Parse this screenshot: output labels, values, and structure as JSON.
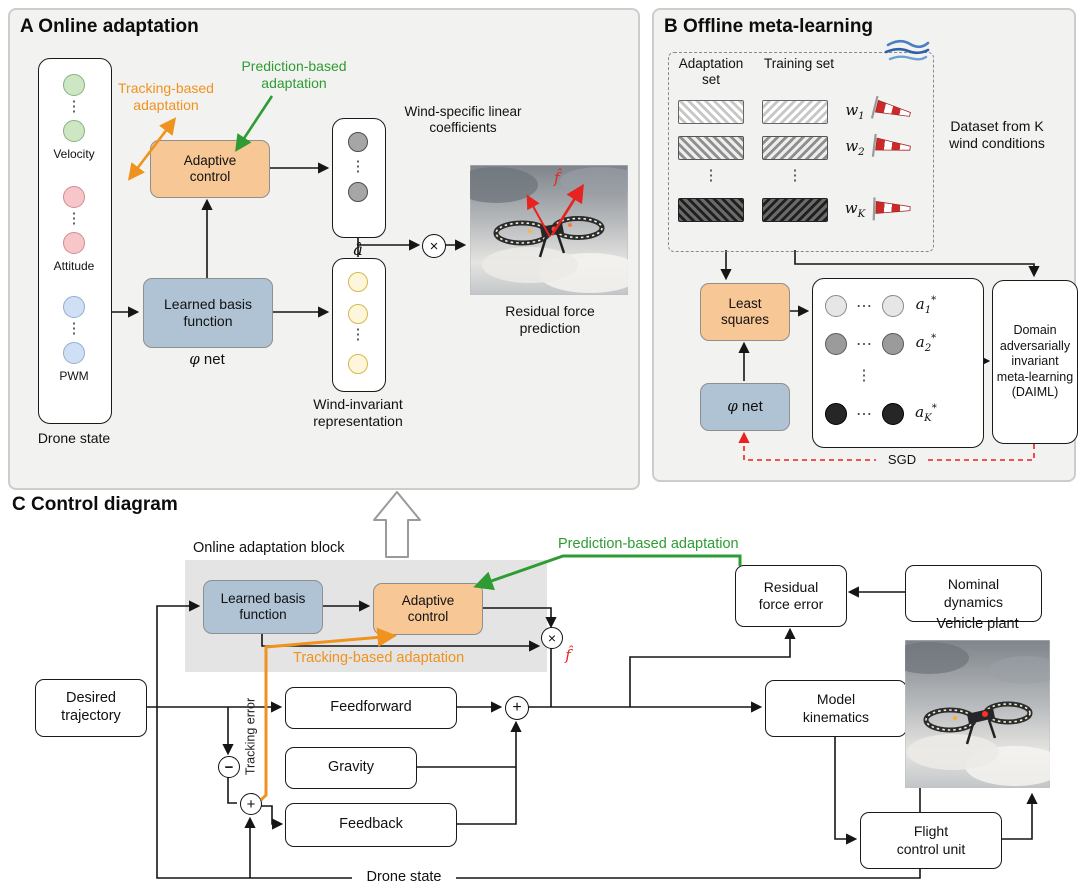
{
  "colors": {
    "orange": "#F0921E",
    "green": "#2E9B33",
    "red": "#E8231F",
    "peach": "#F7C795",
    "blue": "#AFC3D4",
    "panel": "#F2F2F1",
    "grayblock": "#E4E4E4"
  },
  "misc": {
    "vdots": "⋮",
    "hdots": "⋯",
    "times": "×",
    "plus": "+",
    "minus": "−"
  },
  "panelA": {
    "title": "A Online adaptation",
    "drone_state_label": "Drone state",
    "groups": [
      {
        "label": "Velocity"
      },
      {
        "label": "Attitude"
      },
      {
        "label": "PWM"
      }
    ],
    "tracking_label": "Tracking-based adaptation",
    "prediction_label": "Prediction-based adaptation",
    "adaptive_control": "Adaptive control",
    "learned_basis": "Learned basis function",
    "phi": {
      "sym": "φ",
      "rest": " net"
    },
    "a_hat": "â",
    "wind_specific": "Wind-specific linear coefficients",
    "wind_invariant": "Wind-invariant representation",
    "residual": "Residual force prediction",
    "f_hat": "f̂"
  },
  "panelB": {
    "title": "B Offline meta-learning",
    "adaptation_set": "Adaptation set",
    "training_set": "Training set",
    "winds": [
      {
        "base": "w",
        "sub": "1"
      },
      {
        "base": "w",
        "sub": "2"
      },
      {
        "base": "w",
        "sub": "K"
      }
    ],
    "dataset_note": "Dataset from K wind conditions",
    "least_squares": "Least squares",
    "phi": {
      "sym": "φ",
      "rest": " net"
    },
    "coeffs": [
      {
        "base": "a",
        "sub": "1",
        "sup": "*"
      },
      {
        "base": "a",
        "sub": "2",
        "sup": "*"
      },
      {
        "base": "a",
        "sub": "K",
        "sup": "*"
      }
    ],
    "daiml": "Domain adversarially invariant meta-learning (DAIML)",
    "sgd_label": "SGD"
  },
  "panelC": {
    "title": "C Control diagram",
    "block_label": "Online adaptation block",
    "learned_basis": "Learned basis function",
    "adaptive_control": "Adaptive control",
    "prediction_label": "Prediction-based adaptation",
    "tracking_label": "Tracking-based adaptation",
    "tracking_error": "Tracking error",
    "f_hat": "f̂",
    "desired": "Desired trajectory",
    "feedforward": "Feedforward",
    "gravity": "Gravity",
    "feedback": "Feedback",
    "residual_error": "Residual force error",
    "nominal": "Nominal dynamics",
    "model_kinematics": "Model kinematics",
    "fcu": "Flight control unit",
    "vehicle_plant": "Vehicle plant",
    "drone_state": "Drone state"
  }
}
